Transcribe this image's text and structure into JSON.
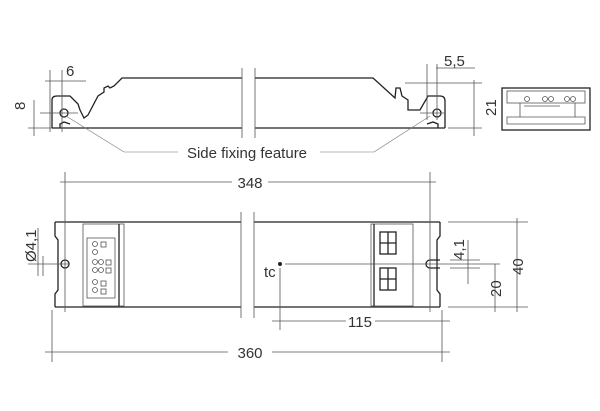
{
  "title": "Side fixing feature",
  "dimensions": {
    "side_hole_offset": "6",
    "side_hole_height": "8",
    "right_hole_offset": "5,5",
    "height": "21",
    "mounting_distance": "348",
    "hole_diameter": "Ø4,1",
    "slot_width": "4,1",
    "tc_distance": "115",
    "half_width": "20",
    "width": "40",
    "length": "360"
  },
  "tc_label": "tc"
}
